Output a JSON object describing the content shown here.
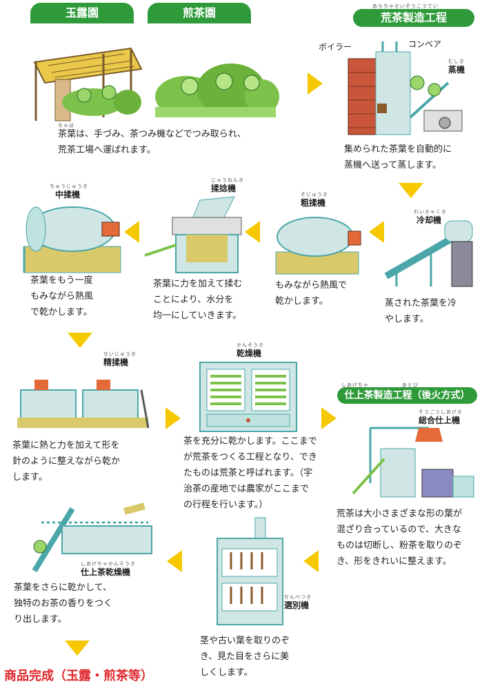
{
  "headers": {
    "gyokuroen": "玉露園",
    "sencha_en": "煎茶園",
    "aracha_process": "荒茶製造工程",
    "aracha_ruby": "あらちゃせいぞうこうてい",
    "shiage_process": "仕上茶製造工程（後火方式）",
    "shiage_ruby": "しあげちゃ　　　　　　あとび"
  },
  "labels": {
    "boiler": "ボイラー",
    "conveyor": "コンベア",
    "mushiki": "蒸機",
    "mushiki_ruby": "むしき",
    "reikyakuki": "冷却機",
    "reikyakuki_ruby": "れいきゃくき",
    "sojuki": "粗揉機",
    "sojuki_ruby": "そじゅうき",
    "junenki": "揉捻機",
    "junenki_ruby": "じゅうねんき",
    "chujuki": "中揉機",
    "chujuki_ruby": "ちゅうじゅうき",
    "seijuki": "精揉機",
    "seijuki_ruby": "せいじゅうき",
    "kansoki": "乾燥機",
    "kansoki_ruby": "かんそうき",
    "sogo_shiageki": "総合仕上機",
    "sogo_shiageki_ruby": "そうごうしあげき",
    "shiage_kansoki": "仕上茶乾燥機",
    "shiage_kansoki_ruby": "しあげちゃかんそうき",
    "senbetsuki": "選別機",
    "senbetsuki_ruby": "せんべつき"
  },
  "descriptions": {
    "picking": "茶葉は、手づみ、茶つみ機などでつみ取られ、\n荒茶工場へ運ばれます。",
    "steaming": "集められた茶葉を自動的に\n蒸機へ送って蒸します。",
    "cooling": "蒸された茶葉を冷\nやします。",
    "rough_rolling": "もみながら熱風で\n乾かします。",
    "rolling": "茶葉に力を加えて揉む\nことにより、水分を\n均一にしていきます。",
    "mid_rolling": "茶葉をもう一度\nもみながら熱風\nで乾かします。",
    "fine_rolling": "茶葉に熱と力を加えて形を\n針のように整えながら乾か\nします。",
    "drying": "茶を充分に乾かします。ここまで\nが荒茶をつくる工程となり、でき\nたものは荒茶と呼ばれます。（宇\n治茶の産地では農家がここまで\nの行程を行います。）",
    "finishing": "荒茶は大小さまざまな形の葉が\n混ざり合っているので、大きな\nものは切断し、粉茶を取りのぞ\nき、形をきれいに整えます。",
    "sorting": "茎や古い葉を取りのぞ\nき、見た目をさらに美\nしくします。",
    "final_drying": "茶葉をさらに乾かして、\n独特のお茶の香りをつく\nり出します。"
  },
  "final_label": "商品完成（玉露・煎茶等）",
  "colors": {
    "green": "#2e9a3a",
    "arrow_yellow": "#f6c800",
    "final_red": "#e0262b",
    "machine_teal": "#4aa6a8",
    "machine_light": "#bfe3de",
    "leaf_green": "#7cc24a"
  },
  "icons": {
    "arrow": "yellow-triangle-arrow",
    "leaf_character": "tea-leaf-character"
  }
}
